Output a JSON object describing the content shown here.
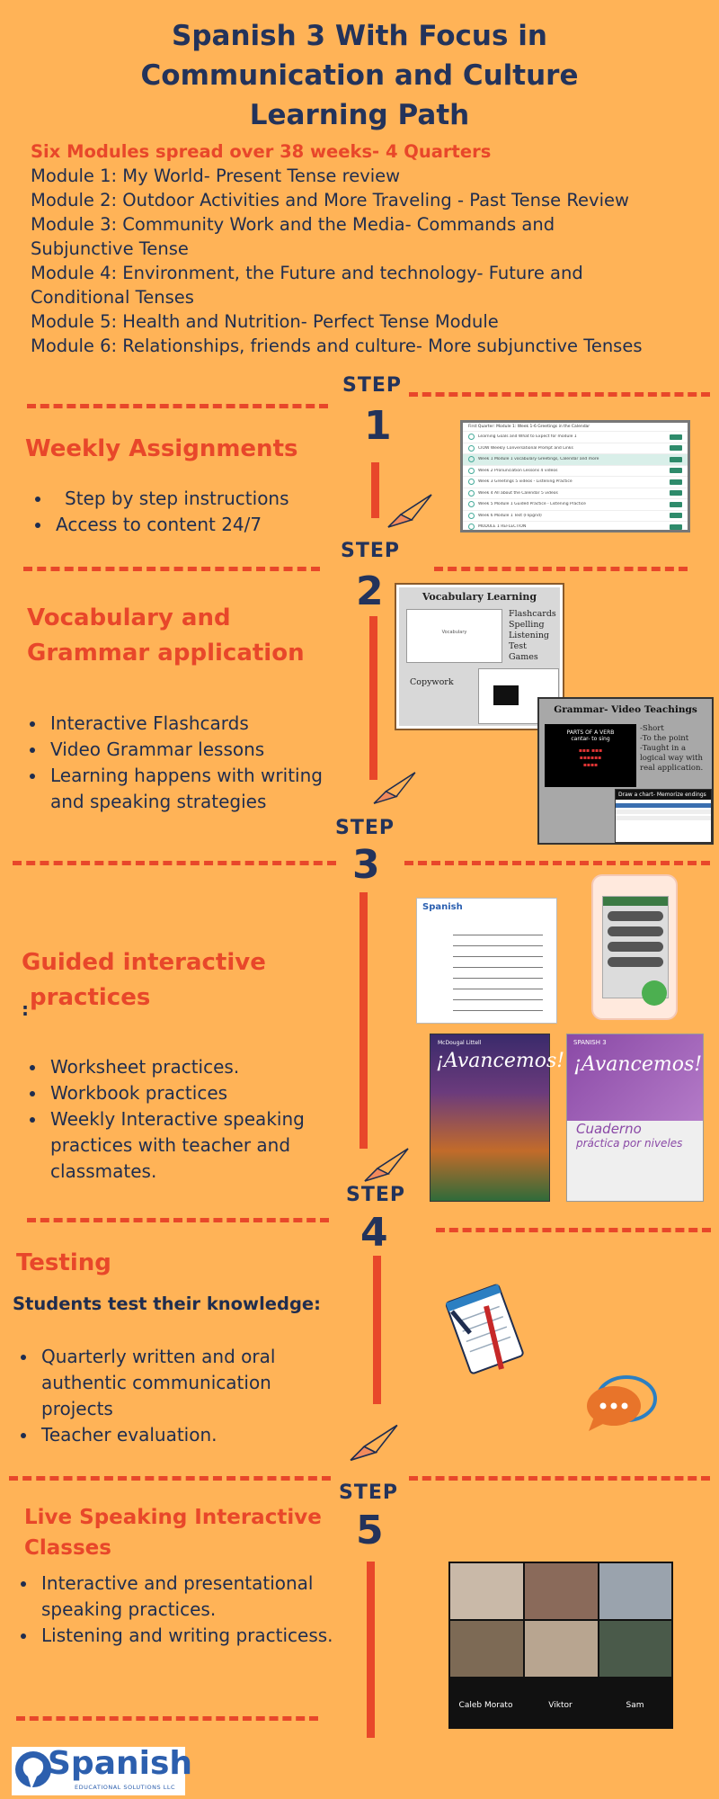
{
  "title": {
    "line1": "Spanish 3 With Focus in",
    "line2": "Communication and Culture",
    "line3": "Learning Path"
  },
  "intro": {
    "highlight": "Six Modules spread over 38 weeks- 4 Quarters",
    "modules": [
      "Module 1: My World- Present Tense review",
      "Module 2: Outdoor Activities and More Traveling - Past Tense Review",
      "Module 3: Community Work and the Media- Commands and Subjunctive Tense",
      "Module 4: Environment, the Future and technology- Future and Conditional Tenses",
      "Module 5: Health and Nutrition- Perfect Tense Module",
      "Module 6: Relationships, friends and culture- More subjunctive Tenses"
    ]
  },
  "steps": {
    "label": "STEP",
    "n1": "1",
    "n2": "2",
    "n3": "3",
    "n4": "4",
    "n5": "5"
  },
  "sections": {
    "weekly": {
      "title": "Weekly Assignments",
      "bullets": [
        "Step by step instructions",
        "Access to content 24/7"
      ],
      "screenshot_rows": [
        "Learning Goals and What to Expect for module 1",
        "CIOW Weekly Conversational Prompt and Links",
        "Week 1 Module 1 vocabulary Greetings, Calendar and more",
        "Week 2 Pronunciation Lessons 4 videos",
        "Week 3 Greetings 5 videos - Listening Practice",
        "Week 4 All about the Calendar 5 videos",
        "Week 5 Module 1 Guided Practice - Listening Practice",
        "Week 6 Module 1 Test (Flipgrid)",
        "MODULE 1 REFLECTION"
      ],
      "screenshot_header": "First Quarter: Module 1: Week 1-6 Greetings in the Calendar"
    },
    "vocab": {
      "title_line1": "Vocabulary and",
      "title_line2": "Grammar  application",
      "bullets": [
        "Interactive Flashcards",
        "Video Grammar lessons",
        "Learning happens with writing and speaking strategies"
      ],
      "vocab_card": {
        "heading": "Vocabulary Learning",
        "list": [
          "Flashcards",
          "Spelling",
          "Listening",
          "Test",
          "Games"
        ],
        "copywork": "Copywork",
        "mini_label": "Vocabulary"
      },
      "grammar_card": {
        "heading": "Grammar- Video Teachings",
        "notes": [
          "-Short",
          "-To the point",
          "-Taught in a logical way with real application."
        ],
        "slide_title": "PARTS OF A VERB",
        "slide_sub": "cantar- to sing",
        "chart_label": "Draw a chart- Memorize endings"
      }
    },
    "guided": {
      "title_line1": "Guided interactive",
      "title_line2": " practices",
      "colon": ":",
      "bullets": [
        "Worksheet practices.",
        "Workbook practices",
        "Weekly Interactive speaking practices with teacher and classmates."
      ],
      "worksheet_logo": "Spanish",
      "book1_publisher": "McDougal Littell",
      "book1_title": "¡Avancemos!",
      "book2_level": "SPANISH 3",
      "book2_title": "¡Avancemos!",
      "book2_sub1": "Cuaderno",
      "book2_sub2": "práctica por niveles"
    },
    "testing": {
      "title": "Testing",
      "subtitle": "Students test their knowledge:",
      "bullets": [
        "Quarterly written and oral authentic communication projects",
        "Teacher evaluation."
      ]
    },
    "live": {
      "title_line1": "Live Speaking Interactive",
      "title_line2": "Classes",
      "bullets": [
        "Interactive and presentational speaking practices.",
        "Listening and writing practicess."
      ],
      "participants": [
        "Caleb Morato",
        "Viktor",
        "Sam"
      ]
    }
  },
  "logo": {
    "name": "Spanish",
    "tagline": "EDUCATIONAL SOLUTIONS LLC"
  },
  "colors": {
    "background": "#ffb357",
    "accent": "#e8472a",
    "navy": "#23335b"
  }
}
